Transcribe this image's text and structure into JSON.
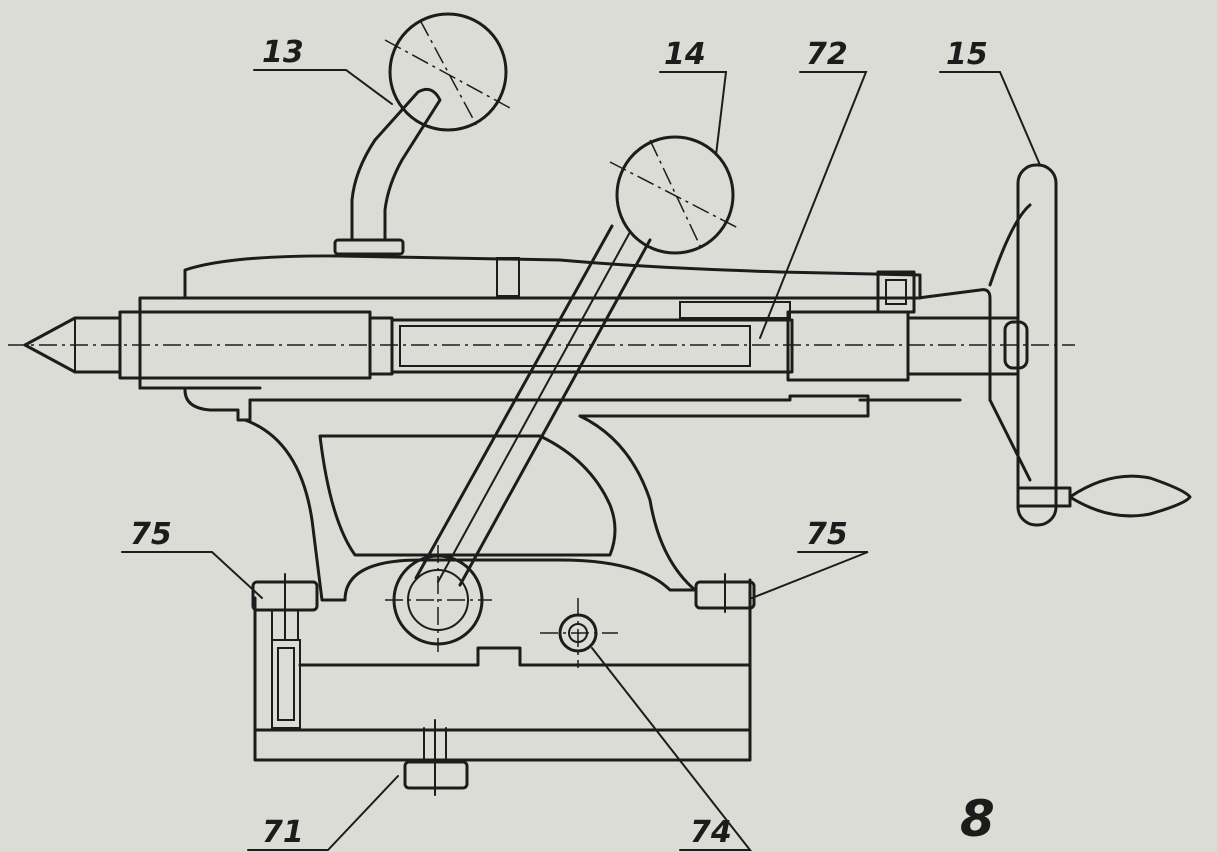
{
  "labels": {
    "l13": "13",
    "l14": "14",
    "l72": "72",
    "l15": "15",
    "l75_left": "75",
    "l75_right": "75",
    "l71": "71",
    "l74": "74"
  },
  "figure_number": "8"
}
